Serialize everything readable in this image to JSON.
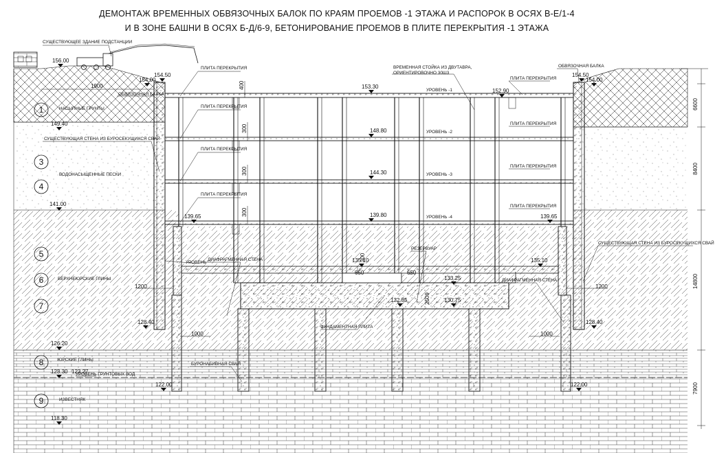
{
  "title": {
    "line1": "ДЕМОНТАЖ ВРЕМЕННЫХ ОБВЯЗОЧНЫХ БАЛОК ПО КРАЯМ ПРОЕМОВ -1 ЭТАЖА И РАСПОРОК В ОСЯХ В-Е/1-4",
    "line2": "И В ЗОНЕ БАШНИ В ОСЯХ Б-Д/6-9, БЕТОНИРОВАНИЕ ПРОЕМОВ В ПЛИТЕ ПЕРЕКРЫТИЯ -1 ЭТАЖА"
  },
  "labels": {
    "existing_substation": "СУЩЕСТВУЮЩЕЕ ЗДАНИЕ ПОДСТАНЦИИ",
    "slab_1": "ПЛИТА ПЕРЕКРЫТИЯ",
    "slab_2": "ПЛИТА ПЕРЕКРЫТИЯ",
    "slab_3": "ПЛИТА ПЕРЕКРЫТИЯ",
    "slab_4": "ПЛИТА ПЕРЕКРЫТИЯ",
    "slab_r1": "ПЛИТА ПЕРЕКРЫТИЯ",
    "slab_r2": "ПЛИТА ПЕРЕКРЫТИЯ",
    "slab_r3": "ПЛИТА ПЕРЕКРЫТИЯ",
    "slab_r4": "ПЛИТА ПЕРЕКРЫТИЯ",
    "temp_post_1": "ВРЕМЕННАЯ СТОЙКА ИЗ ДВУТАВРА,",
    "temp_post_2": "ОРИЕНТИРОВОЧНО 30Ш3",
    "tie_beam_right": "ОБВЯЗОЧНАЯ БАЛКА",
    "tie_beam_left": "ОБВЯЗОЧНАЯ БАЛКА",
    "fill_soils": "НАСЫПНЫЕ ГРУНТЫ",
    "existing_wall_left": "СУЩЕСТВУЮЩАЯ СТЕНА ИЗ БУРОСЕКУЩИХСЯ СВАЙ",
    "existing_wall_right": "СУЩЕСТВУЮЩАЯ СТЕНА ИЗ БУРОСЕКУЩИХСЯ СВАЙ",
    "water_sands": "ВОДОНАСЫЩЕННЫЕ ПЕСКИ",
    "upper_jurassic": "ВЕРХНЕЮРСКИЕ ГЛИНЫ",
    "diaphragm_left": "ДИАФРАГМЕННАЯ СТЕНА",
    "diaphragm_right": "ДИАФРАГМЕННАЯ СТЕНА",
    "level_left": "УРОВЕНЬ",
    "fund_slab": "ФУНДАМЕНТНАЯ ПЛИТА",
    "reservoir": "РЕЗЕРВУАР",
    "jurassic_clays": "ЮРСКИЕ ГЛИНЫ",
    "groundwater": "УРОВЕНЬ ГРУНТОВЫХ ВОД",
    "bored_pile": "БУРОНАБИВНАЯ СВАЯ",
    "limestone": "ИЗВЕСТНЯК"
  },
  "levels": {
    "l1": "УРОВЕНЬ -1",
    "l2": "УРОВЕНЬ -2",
    "l3": "УРОВЕНЬ -3",
    "l4": "УРОВЕНЬ -4"
  },
  "elevations": {
    "e156": "156.00",
    "e15450l": "154.50",
    "e15400l": "154.00",
    "e15330": "153.30",
    "e15290": "152.90",
    "e15450r": "154.50",
    "e15400r": "154.00",
    "e14940": "149.40",
    "e14880": "148.80",
    "e14430": "144.30",
    "e14100": "141.00",
    "e13965l": "139.65",
    "e13980": "139.80",
    "e13965r": "139.65",
    "e13510l": "135.10",
    "e13510r": "135.10",
    "e13325": "133.25",
    "e13285": "132.85",
    "e13075": "130.75",
    "e12840l": "128.40",
    "e12840r": "128.40",
    "e12620": "126.20",
    "e12330": "123.30",
    "e12327": "123.27",
    "e12200l": "122.00",
    "e12200r": "122.00",
    "e11830": "118.30"
  },
  "dims": {
    "d1900": "1900",
    "d400": "400",
    "d300a": "300",
    "d300b": "300",
    "d300c": "300",
    "d300d": "300",
    "d650l": "650",
    "d650r": "650",
    "d2500": "2500",
    "d1200l": "1200",
    "d1200r": "1200",
    "d1000l": "1000",
    "d1000r": "1000",
    "v6600": "6600",
    "v8400": "8400",
    "v14800": "14800",
    "v7900": "7900"
  },
  "layers": [
    "1",
    "3",
    "4",
    "5",
    "6",
    "7",
    "8",
    "9"
  ]
}
